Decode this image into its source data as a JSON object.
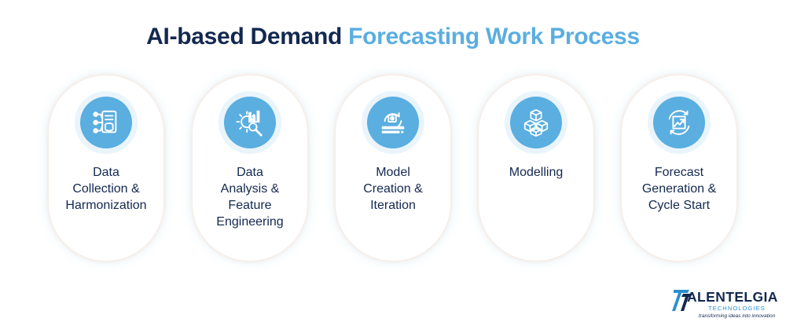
{
  "title": {
    "part1": "AI-based Demand",
    "part2": "Forecasting Work Process"
  },
  "steps": [
    {
      "icon": "data-collection-icon",
      "lines": [
        "Data",
        "Collection &",
        "Harmonization"
      ]
    },
    {
      "icon": "data-analysis-icon",
      "lines": [
        "Data",
        "Analysis &",
        "Feature",
        "Engineering"
      ]
    },
    {
      "icon": "model-iteration-icon",
      "lines": [
        "Model",
        "Creation &",
        "Iteration"
      ]
    },
    {
      "icon": "cubes-icon",
      "lines": [
        "Modelling"
      ]
    },
    {
      "icon": "forecast-cycle-icon",
      "lines": [
        "Forecast",
        "Generation &",
        "Cycle Start"
      ]
    }
  ],
  "logo": {
    "brand": "ALENTELGIA",
    "sub": "TECHNOLOGIES",
    "tagline": "transforming ideas into innovation"
  },
  "colors": {
    "accent": "#5aaee0",
    "dark": "#13284f"
  }
}
